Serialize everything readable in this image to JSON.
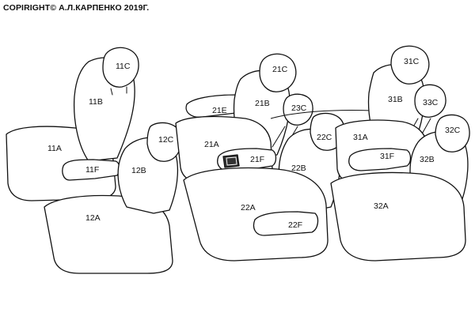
{
  "copyright": "COPIRIGHT© А.Л.КАРПЕНКО 2019Г.",
  "labels": {
    "l11c": "11C",
    "l11b": "11B",
    "l11a": "11A",
    "l11f": "11F",
    "l12c": "12C",
    "l12b": "12B",
    "l12a": "12A",
    "l21c": "21C",
    "l21e": "21E",
    "l21b": "21B",
    "l23c": "23C",
    "l21a": "21A",
    "l21f": "21F",
    "l22c": "22C",
    "l22b": "22B",
    "l22a": "22A",
    "l22f": "22F",
    "l31c": "31C",
    "l31b": "31B",
    "l33c": "33C",
    "l31a": "31A",
    "l31f": "31F",
    "l32c": "32C",
    "l32b": "32B",
    "l32a": "32A"
  }
}
